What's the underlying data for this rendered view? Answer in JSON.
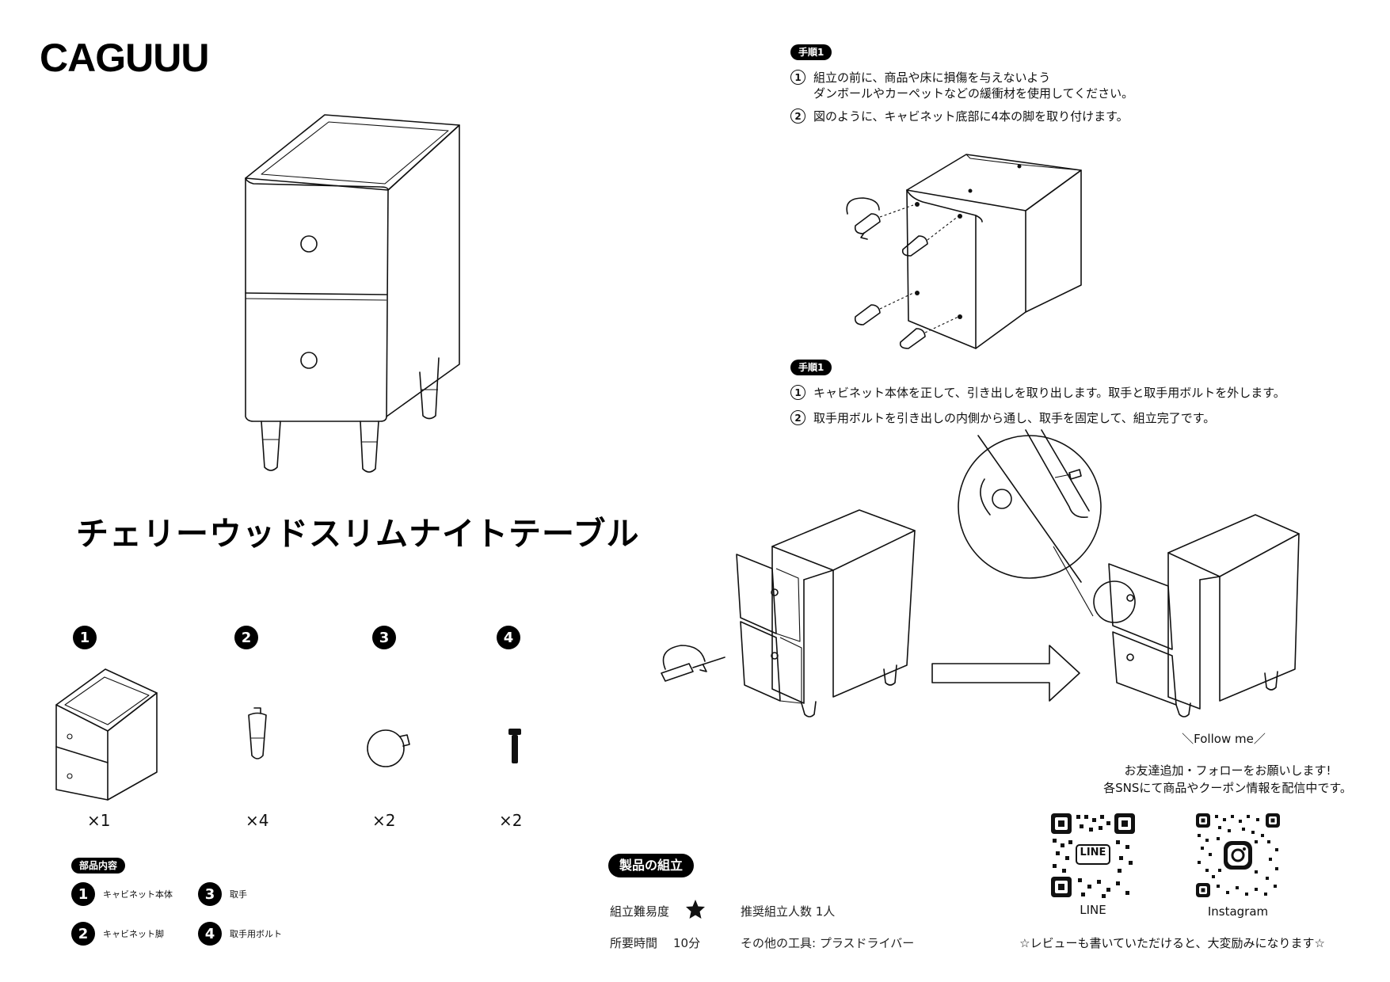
{
  "brand": "CAGUUU",
  "product_title": "チェリーウッドスリムナイトテーブル",
  "step1": {
    "badge": "手順1",
    "items": [
      {
        "num": "1",
        "text": "組立の前に、商品や床に損傷を与えないよう\nダンボールやカーペットなどの緩衝材を使用してください。"
      },
      {
        "num": "2",
        "text": "図のように、キャビネット底部に4本の脚を取り付けます。"
      }
    ]
  },
  "step2": {
    "badge": "手順1",
    "items": [
      {
        "num": "1",
        "text": "キャビネット本体を正して、引き出しを取り出します。取手と取手用ボルトを外します。"
      },
      {
        "num": "2",
        "text": "取手用ボルトを引き出しの内側から通し、取手を固定して、組立完了です。"
      }
    ]
  },
  "parts": [
    {
      "num": "1",
      "qty": "×1",
      "icon": "cabinet-icon"
    },
    {
      "num": "2",
      "qty": "×4",
      "icon": "leg-icon"
    },
    {
      "num": "3",
      "qty": "×2",
      "icon": "knob-icon"
    },
    {
      "num": "4",
      "qty": "×2",
      "icon": "bolt-icon"
    }
  ],
  "parts_section": {
    "badge": "部品内容",
    "legend": [
      {
        "num": "1",
        "label": "キャビネット本体"
      },
      {
        "num": "3",
        "label": "取手"
      },
      {
        "num": "2",
        "label": "キャビネット脚"
      },
      {
        "num": "4",
        "label": "取手用ボルト"
      }
    ]
  },
  "assembly": {
    "badge": "製品の組立",
    "difficulty_label": "組立難易度",
    "difficulty_stars": 1,
    "persons": "推奨組立人数 1人",
    "time_label": "所要時間",
    "time_value": "10分",
    "tools": "その他の工具: プラスドライバー"
  },
  "social": {
    "follow": "＼Follow me／",
    "line1": "お友達追加・フォローをお願いします!",
    "line2": "各SNSにて商品やクーポン情報を配信中です。",
    "qr_line_label": "LINE",
    "qr_line_center": "LINE",
    "qr_insta_label": "Instagram",
    "review": "☆レビューも書いていただけると、大変励みになります☆"
  }
}
